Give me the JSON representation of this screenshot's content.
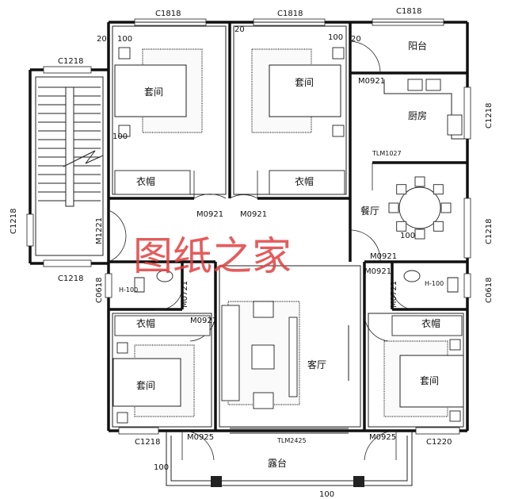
{
  "watermark": "图纸之家",
  "rooms": {
    "bedroom_top_left": "套间",
    "bedroom_top_mid": "套间",
    "bedroom_bottom_left": "套间",
    "bedroom_bottom_right": "套间",
    "closet_top_left": "衣帽",
    "closet_top_mid": "衣帽",
    "closet_bottom_left": "衣帽",
    "closet_bottom_right": "衣帽",
    "balcony": "阳台",
    "kitchen": "厨房",
    "dining": "餐厅",
    "living": "客厅",
    "terrace": "露台"
  },
  "labels": {
    "win_top_1": "C1818",
    "win_top_2": "C1818",
    "win_top_3": "C1818",
    "win_stair_top": "C1218",
    "win_stair_left": "C1218",
    "win_stair_bottom": "C1218",
    "win_right_1": "C1218",
    "win_right_2": "C1218",
    "win_bottom_left": "C1218",
    "win_bottom_right": "C1220",
    "win_left_bath": "C0618",
    "win_right_bath": "C0618",
    "door_1": "M0921",
    "door_2": "M0921",
    "door_3": "M0921",
    "door_4": "M0921",
    "door_5": "M0921",
    "door_6": "M0921",
    "door_bath_left": "M0721",
    "door_bath_right": "M0721",
    "door_bottom_left": "M0925",
    "door_bottom_right": "M0925",
    "door_stair": "M1221",
    "sliding_kitchen": "TLM1027",
    "sliding_living": "TLM2425",
    "n20_a": "20",
    "n20_b": "20",
    "n20_c": "20",
    "n100_a": "100",
    "n100_b": "100",
    "n100_c": "100",
    "n100_d": "100",
    "n100_e": "100",
    "n100_f": "100",
    "h100_left": "H-100",
    "h100_right": "H-100"
  }
}
